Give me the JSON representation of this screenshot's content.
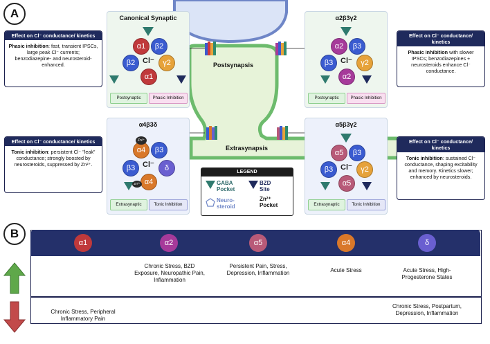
{
  "panels": {
    "a": "A",
    "b": "B"
  },
  "labels": {
    "postsynapsis": "Postsynapsis",
    "extrasynapsis": "Extrasynapsis",
    "cl": "Cl⁻"
  },
  "cards": {
    "canonical": {
      "title": "Canonical Synaptic",
      "subunits": [
        "α1",
        "β2",
        "β2",
        "γ2",
        "α1"
      ],
      "tag_left": "Postsynaptic",
      "tag_right": "Phasic Inhibition"
    },
    "a2b3g2": {
      "title": "α2β3γ2",
      "subunits": [
        "α2",
        "β3",
        "β3",
        "γ2",
        "α2"
      ],
      "tag_left": "Postsynaptic",
      "tag_right": "Phasic Inhibition"
    },
    "a4b3d": {
      "title": "α4β3δ",
      "subunits": [
        "α4",
        "β3",
        "β3",
        "δ",
        "α4"
      ],
      "zn": "Zn²⁺",
      "tag_left": "Extrasynaptic",
      "tag_right": "Tonic Inhibition"
    },
    "a5b3g2": {
      "title": "α5β3γ2",
      "subunits": [
        "α5",
        "β3",
        "β3",
        "γ2",
        "α5"
      ],
      "tag_left": "Extrasynaptic",
      "tag_right": "Tonic Inhibition"
    }
  },
  "infoboxes": {
    "tl": {
      "header": "Effect on Cl⁻ conductance/ kinetics",
      "bold": "Phasic inhibition",
      "text": ": fast, transient IPSCs, large peak Cl⁻ currents; benzodiazepine- and neurosteroid-enhanced."
    },
    "tr": {
      "header": "Effect on Cl⁻ conductance/ kinetics",
      "bold": "Phasic inhibition",
      "text": " with slower IPSCs; benzodiazepines + neurosteroids enhance Cl⁻ conductance."
    },
    "bl": {
      "header": "Effect on Cl⁻ conductance/ kinetics",
      "bold": "Tonic inhibition",
      "text": ": persistent Cl⁻ \"leak\" conductance; strongly boosted by neurosteroids, suppressed by Zn²⁺."
    },
    "br": {
      "header": "Effect on Cl⁻ conductance/ kinetics",
      "bold": "Tonic inhibition",
      "text": ": sustained Cl⁻ conductance, shaping excitability and memory. Kinetics slower; enhanced by neurosteroids."
    }
  },
  "legend": {
    "title": "LEGEND",
    "gaba": "GABA Pocket",
    "bzd": "BZD Site",
    "neuro": "Neuro-steroid",
    "zn": "Zn²⁺ Pocket"
  },
  "table": {
    "headers": [
      "α1",
      "α2",
      "α5",
      "α4",
      "δ"
    ],
    "header_colors": [
      "#c0393b",
      "#a63a9a",
      "#b85a78",
      "#d9782a",
      "#6a5fd0"
    ],
    "up": [
      "",
      "Chronic Stress, BZD Exposure, Neuropathic Pain, Inflammation",
      "Persistent Pain, Stress, Depression, Inflammation",
      "Acute Stress",
      "Acute Stress, High-Progesterone States"
    ],
    "down": [
      "Chronic Stress, Peripheral Inflammatory Pain",
      "",
      "",
      "",
      "Chronic Stress, Postpartum, Depression, Inflammation"
    ]
  },
  "colors": {
    "green_membrane": "#6dbb6d",
    "navy": "#1f2a5c",
    "teal": "#2f7a6e",
    "up_arrow": "#5fa84a",
    "down_arrow": "#c24a4a"
  }
}
